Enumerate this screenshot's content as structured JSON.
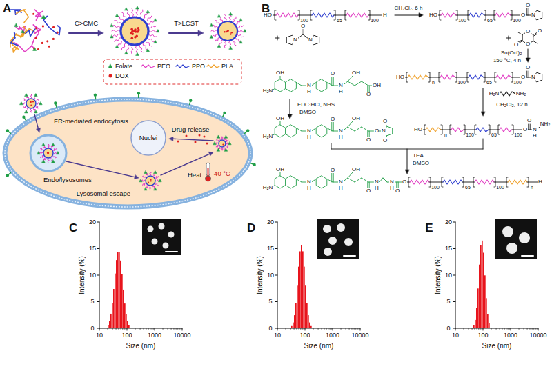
{
  "diagram": {
    "nodes": [
      {
        "text": [
          "Nuclei"
        ]
      }
    ],
    "labels": [
      "A",
      "C>CMC",
      "T>LCST",
      "FR-mediated endocytosis",
      "Endo/lysosomes",
      "Lysosomal escape",
      "Drug release",
      "Heat",
      "40 °C",
      "B",
      "CH₂Cl₂, 6 h",
      "HO",
      "100",
      "65",
      "100",
      "H",
      "O",
      "N",
      "N",
      "HO",
      "100",
      "65",
      "100",
      "O",
      "O",
      "N",
      "O",
      "O",
      "O",
      "O",
      "Sn(Oct)₂",
      "150 °C, 4 h",
      "HO",
      "n",
      "100",
      "65",
      "100",
      "O",
      "O",
      "N",
      "CH₂Cl₂, 12 h",
      "H₂N",
      "NH₂",
      "H₂N",
      "OH",
      "N",
      "H",
      "O",
      "N",
      "H",
      "OH",
      "OH",
      "O",
      "EDC·HCl, NHS",
      "DMSO",
      "H₂N",
      "OH",
      "N",
      "H",
      "O",
      "N",
      "H",
      "OH",
      "O",
      "O",
      "N",
      "O",
      "O",
      "HO",
      "n",
      "100",
      "65",
      "100",
      "O",
      "O",
      "N",
      "H",
      "NH₂",
      "TEA",
      "DMSO",
      "H₂N",
      "OH",
      "N",
      "H",
      "O",
      "N",
      "H",
      "OH",
      "O",
      "N",
      "H",
      "N",
      "H",
      "O",
      "O",
      "100",
      "65",
      "100",
      "n",
      "H",
      "C",
      "Intensity (%)",
      "0",
      "5",
      "10",
      "15",
      "20",
      "10",
      "100",
      "1000",
      "10000",
      "Size (nm)",
      "D",
      "Intensity (%)",
      "0",
      "5",
      "10",
      "15",
      "20",
      "10",
      "100",
      "1000",
      "10000",
      "Size (nm)",
      "E",
      "Intensity (%)",
      "0",
      "5",
      "10",
      "15",
      "20",
      "10",
      "100",
      "1000",
      "10000",
      "Size (nm)"
    ],
    "legend": [
      {
        "text": "Folate"
      },
      {
        "text": "PEO"
      },
      {
        "text": "PPO"
      },
      {
        "text": "PLA"
      },
      {
        "text": "DOX"
      }
    ]
  }
}
